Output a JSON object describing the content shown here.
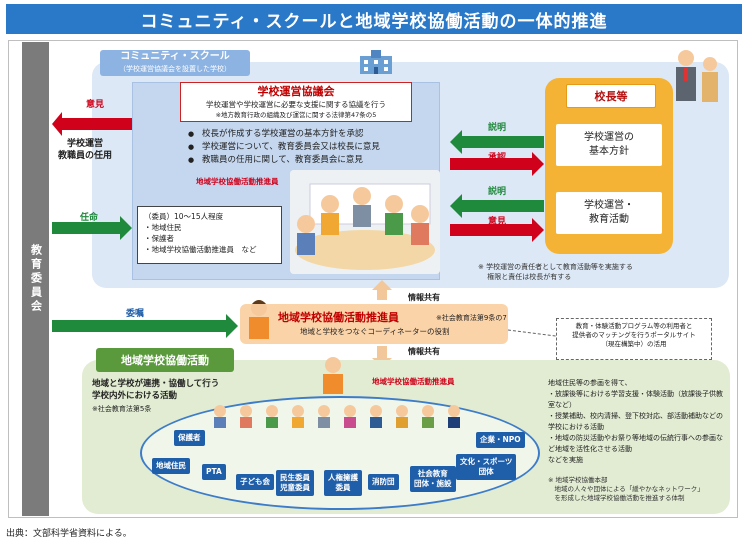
{
  "title": "コミュニティ・スクールと地域学校協働活動の一体的推進",
  "education_board": "教育委員会",
  "community_school": {
    "label": "コミュニティ・スクール",
    "sublabel": "（学校運営協議会を設置した学校）",
    "council": {
      "title": "学校運営協議会",
      "subtitle": "学校運営や学校運営に必要な支援に関する協議を行う",
      "law_note": "※地方教育行政の組織及び運営に関する法律第47条の5",
      "bullets": [
        "校長が作成する学校運営の基本方針を承認",
        "学校運営について、教育委員会又は校長に意見",
        "教職員の任用に関して、教育委員会に意見"
      ],
      "promoter_label": "地域学校協働活動推進員",
      "committee_title": "（委員）10～15人程度",
      "committee_members": [
        "・地域住民",
        "・保護者",
        "・地域学校協働活動推進員　など"
      ]
    },
    "principal": {
      "label": "校長等",
      "box1": "学校運営の\n基本方針",
      "box2": "学校運営・\n教育活動"
    },
    "responsibility_note": "※ 学校運営の責任者として教育活動等を実施する\n　 権限と責任は校長が有する"
  },
  "arrows": {
    "opinion_left": "意見",
    "appointment_note": "学校運営\n教職員の任用",
    "appoint": "任命",
    "entrust": "委嘱",
    "explain1": "説明",
    "approve": "承認",
    "explain2": "説明",
    "opinion_right": "意見",
    "info_share1": "情報共有",
    "info_share2": "情報共有"
  },
  "promoter": {
    "title": "地域学校協働活動推進員",
    "law_note": "※社会教育法第9条の7",
    "subtitle": "地域と学校をつなぐコーディネーターの役割"
  },
  "portal_note": "教育・体験活動プログラム等の利用者と\n提供者のマッチングを行うポータルサイト\n（現在構築中）の活用",
  "local_activity": {
    "label": "地域学校協働活動",
    "desc": "地域と学校が連携・協働して行う\n学校内外における活動",
    "law_note": "※社会教育法第5条",
    "promoter_tag": "地域学校協働活動推進員",
    "groups": [
      "保護者",
      "地域住民",
      "PTA",
      "子ども会",
      "民生委員\n児童委員",
      "人権擁護\n委員",
      "消防団",
      "社会教育\n団体・施設",
      "文化・スポーツ\n団体",
      "企業・NPO"
    ],
    "right_notes": [
      "地域住民等の参画を得て、",
      "・放課後等における学習支援・体験活動（放課後子供教室など）",
      "・授業補助、校内清掃、登下校対応、部活動補助などの学校における活動",
      "・地域の防災活動やお祭り等地域の伝統行事への参画など地域を活性化させる活動",
      "などを実施"
    ],
    "headquarters_note": "※ 地域学校協働本部\n　地域の人々や団体による「緩やかなネットワーク」\n　を形成した地域学校協働活動を推進する体制"
  },
  "source": "出典：文部科学省資料による。",
  "colors": {
    "title_bg": "#2a78c8",
    "red": "#d0021b",
    "green": "#1f8a3c",
    "blue": "#1f5ea8",
    "orange": "#f5b335"
  }
}
